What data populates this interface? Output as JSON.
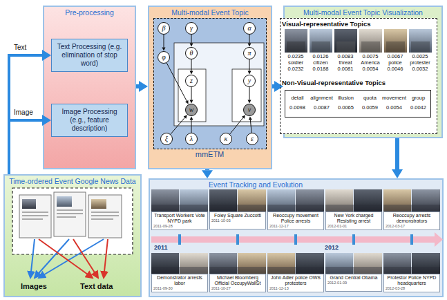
{
  "diagram": {
    "nodes": [
      {
        "text": [
          "Pre-processing"
        ]
      },
      {
        "text": [
          "Text Processing (e.g. elimination of stop word)"
        ],
        "in": 0
      },
      {
        "text": [
          "Image Processing (e.g., feature description)"
        ],
        "in": 0
      },
      {
        "text": [
          "Multi-modal Event Topic"
        ]
      },
      {
        "text": [
          "mmETM"
        ],
        "in": 3
      },
      {
        "text": [
          "β"
        ],
        "in": 4
      },
      {
        "text": [
          "γ"
        ],
        "in": 4
      },
      {
        "text": [
          "α"
        ],
        "in": 4
      },
      {
        "text": [
          "φ"
        ],
        "in": 4
      },
      {
        "text": [
          "θ"
        ],
        "in": 4
      },
      {
        "text": [
          "π"
        ],
        "in": 4
      },
      {
        "text": [
          "z"
        ],
        "in": 4
      },
      {
        "text": [
          "y"
        ],
        "in": 4
      },
      {
        "text": [
          "w"
        ],
        "in": 4
      },
      {
        "text": [
          "v"
        ],
        "in": 4
      },
      {
        "text": [
          "ξ"
        ],
        "in": 4
      },
      {
        "text": [
          "λ"
        ],
        "in": 4
      },
      {
        "text": [
          "κ"
        ],
        "in": 4
      },
      {
        "text": [
          "ε"
        ],
        "in": 4
      },
      {
        "text": [
          "Multi-modal Event Topic Visualization"
        ]
      },
      {
        "text": [
          "Visual-representative Topics",
          "0.0235",
          "0.0126",
          "0.0083",
          "0.0075",
          "0.0067",
          "0.0025",
          "soldier",
          "citizen",
          "threat",
          "America",
          "police",
          "protester",
          "0.0232",
          "0.0188",
          "0.0081",
          "0.0054",
          "0.0046",
          "0.0032",
          "Non-Visual-representative Topics"
        ],
        "in": 19
      },
      {
        "text": [
          "detail",
          "alignment",
          "illusion",
          "quota",
          "movement",
          "group",
          "0.0098",
          "0.0087",
          "0.0065",
          "0.0059",
          "0.0054",
          "0.0042"
        ],
        "in": 20
      },
      {
        "text": [
          "Time-ordered Event Google News Data"
        ]
      },
      {
        "text": [
          "Event Tracking and Evolution"
        ]
      },
      {
        "text": [
          "Transport Workers Vote NYPD park",
          "2011-09-28"
        ],
        "in": 23
      },
      {
        "text": [
          "Foley Square Zuccotti",
          "2011-10-05"
        ],
        "in": 23
      },
      {
        "text": [
          "Reoccupy movement Police arrests",
          "2011-12-17"
        ],
        "in": 23
      },
      {
        "text": [
          "New York charged Resisting arrest",
          "2012-01-01"
        ],
        "in": 23
      },
      {
        "text": [
          "Reoccupy arrests demonstrators",
          "2012-03-17"
        ],
        "in": 23
      },
      {
        "text": [
          "Demonstrator arrests labor",
          "2011-09-30"
        ],
        "in": 23
      },
      {
        "text": [
          "Michael Bloomberg Official OccupyWallSt",
          "2011-10-27"
        ],
        "in": 23
      },
      {
        "text": [
          "John Adler police OWS protesters",
          "2011-12-13"
        ],
        "in": 23
      },
      {
        "text": [
          "Grand Central Obama",
          "2012-01-09"
        ],
        "in": 23
      },
      {
        "text": [
          "Protestor Police NYPD headquarters",
          "2012-03-28"
        ],
        "in": 23
      }
    ],
    "edges": [
      {
        "from": 22,
        "to": 1,
        "arrow": "to",
        "label": "Text"
      },
      {
        "from": 22,
        "to": 2,
        "arrow": "to",
        "label": "Image"
      },
      {
        "from": 0,
        "to": 3,
        "arrow": "to"
      },
      {
        "from": 3,
        "to": 19,
        "arrow": "to"
      },
      {
        "from": 3,
        "to": 23,
        "arrow": "to"
      },
      {
        "from": 19,
        "to": 23,
        "arrow": "to"
      },
      {
        "from": 5,
        "to": 8,
        "arrow": "to"
      },
      {
        "from": 6,
        "to": 9,
        "arrow": "to"
      },
      {
        "from": 7,
        "to": 10,
        "arrow": "to"
      },
      {
        "from": 9,
        "to": 11,
        "arrow": "to"
      },
      {
        "from": 11,
        "to": 13,
        "arrow": "to"
      },
      {
        "from": 8,
        "to": 13,
        "arrow": "to"
      },
      {
        "from": 10,
        "to": 12,
        "arrow": "to"
      },
      {
        "from": 12,
        "to": 14,
        "arrow": "to"
      },
      {
        "from": 15,
        "to": 13,
        "arrow": "to"
      },
      {
        "from": 16,
        "to": 13,
        "arrow": "to"
      },
      {
        "from": 17,
        "to": 14,
        "arrow": "to"
      },
      {
        "from": 18,
        "to": 14,
        "arrow": "to"
      }
    ],
    "labels": [
      "Images",
      "Text data",
      "2011",
      "2012"
    ]
  }
}
